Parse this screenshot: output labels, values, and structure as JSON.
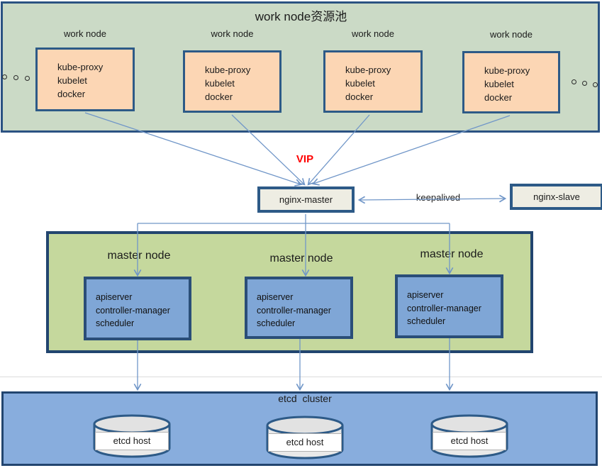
{
  "colors": {
    "pool_band_green": "#cbdac6",
    "master_panel_green": "#c5d89d",
    "etcd_panel_blue": "#88addd",
    "work_box_peach": "#fcd6b4",
    "master_box_blue": "#7fa6d6",
    "nginx_box_gray": "#eeede3",
    "border_dark_blue": "#2d5a87",
    "connector_blue": "#7096c8",
    "vip_red": "#ff0000",
    "cylinder_gray": "#e9e9e9"
  },
  "work_pool": {
    "title": "work node资源池",
    "nodes": [
      {
        "label": "work node",
        "lines": [
          "kube-proxy",
          "kubelet",
          "docker"
        ]
      },
      {
        "label": "work node",
        "lines": [
          "kube-proxy",
          "kubelet",
          "docker"
        ]
      },
      {
        "label": "work node",
        "lines": [
          "kube-proxy",
          "kubelet",
          "docker"
        ]
      },
      {
        "label": "work node",
        "lines": [
          "kube-proxy",
          "kubelet",
          "docker"
        ]
      }
    ],
    "ellipsis": "more nodes"
  },
  "lb": {
    "vip": "VIP",
    "nginx_master": "nginx-master",
    "nginx_slave": "nginx-slave",
    "keepalived": "keepalived"
  },
  "master_pool": {
    "nodes": [
      {
        "label": "master node",
        "lines": [
          "apiserver",
          "controller-manager",
          "scheduler"
        ]
      },
      {
        "label": "master node",
        "lines": [
          "apiserver",
          "controller-manager",
          "scheduler"
        ]
      },
      {
        "label": "master node",
        "lines": [
          "apiserver",
          "controller-manager",
          "scheduler"
        ]
      }
    ]
  },
  "etcd": {
    "title": "etcd  cluster",
    "hosts": [
      {
        "label": "etcd host"
      },
      {
        "label": "etcd host"
      },
      {
        "label": "etcd host"
      }
    ]
  }
}
